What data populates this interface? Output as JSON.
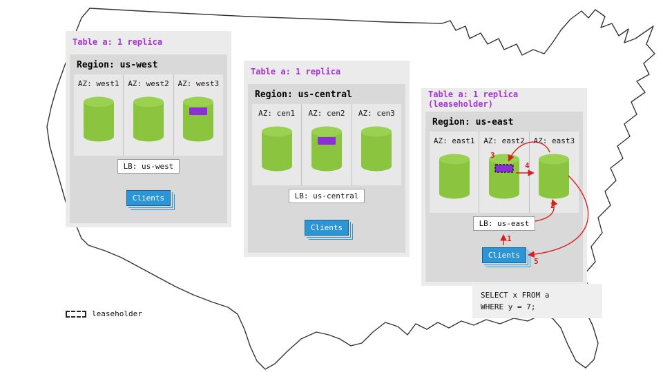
{
  "colors": {
    "replica_green": "#8bc53f",
    "replica_purple": "#8b2fd6",
    "clients_blue": "#2b95d6",
    "flow_red": "#d91e1e",
    "table_label_purple": "#a632cf"
  },
  "regions": [
    {
      "table_label": "Table a: 1 replica",
      "region_label": "Region: us-west",
      "lb_label": "LB: us-west",
      "clients_label": "Clients",
      "azs": [
        {
          "label": "AZ: west1",
          "replica": false,
          "leaseholder": false
        },
        {
          "label": "AZ: west2",
          "replica": false,
          "leaseholder": false
        },
        {
          "label": "AZ: west3",
          "replica": true,
          "leaseholder": false
        }
      ]
    },
    {
      "table_label": "Table a: 1 replica",
      "region_label": "Region: us-central",
      "lb_label": "LB: us-central",
      "clients_label": "Clients",
      "azs": [
        {
          "label": "AZ: cen1",
          "replica": false,
          "leaseholder": false
        },
        {
          "label": "AZ: cen2",
          "replica": true,
          "leaseholder": false
        },
        {
          "label": "AZ: cen3",
          "replica": false,
          "leaseholder": false
        }
      ]
    },
    {
      "table_label": "Table a: 1 replica (leaseholder)",
      "region_label": "Region: us-east",
      "lb_label": "LB: us-east",
      "clients_label": "Clients",
      "azs": [
        {
          "label": "AZ: east1",
          "replica": false,
          "leaseholder": false
        },
        {
          "label": "AZ: east2",
          "replica": true,
          "leaseholder": true
        },
        {
          "label": "AZ: east3",
          "replica": false,
          "leaseholder": false
        }
      ]
    }
  ],
  "flow_steps": [
    {
      "label": "1"
    },
    {
      "label": "2"
    },
    {
      "label": "3"
    },
    {
      "label": "4"
    },
    {
      "label": "5"
    }
  ],
  "query_box": {
    "line1": "SELECT x FROM a",
    "line2": "WHERE y = 7;"
  },
  "legend": {
    "label": "leaseholder"
  }
}
